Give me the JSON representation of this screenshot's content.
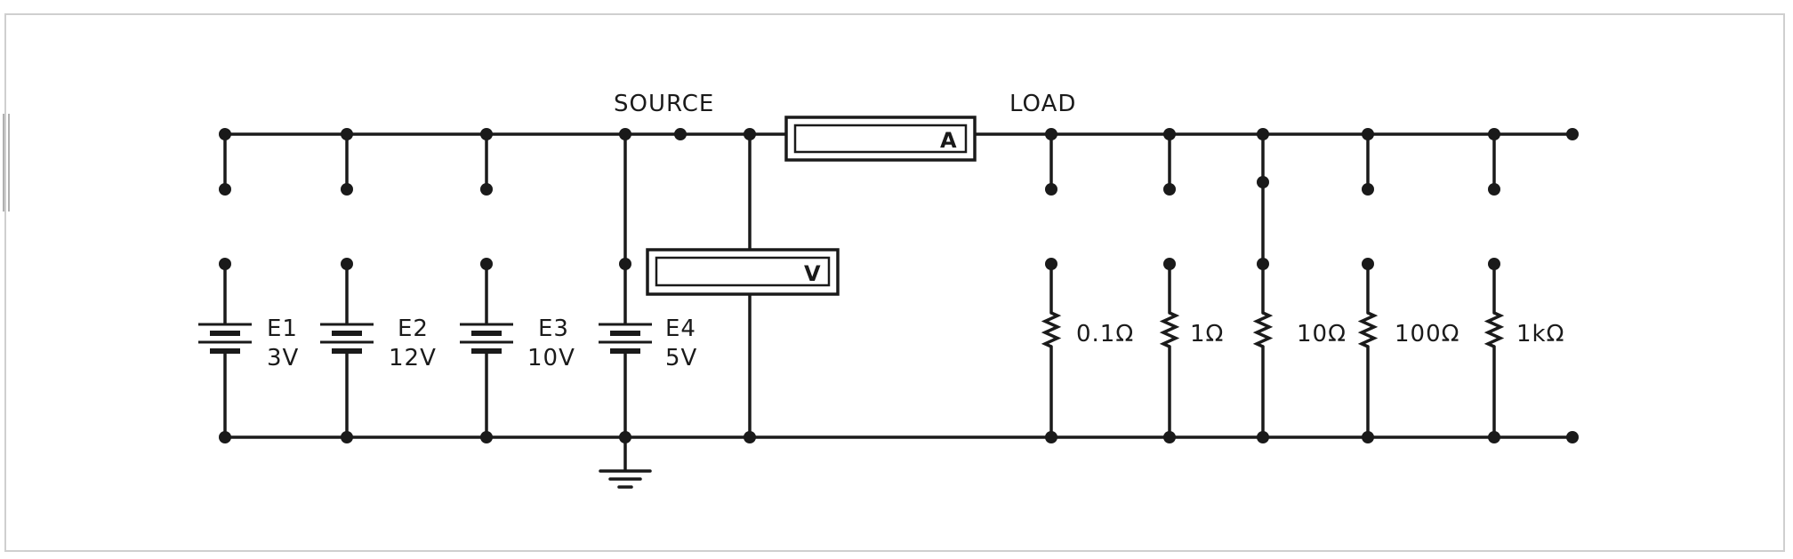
{
  "labels": {
    "source": "SOURCE",
    "load": "LOAD"
  },
  "meters": {
    "ammeter": "A",
    "voltmeter": "V"
  },
  "batteries": [
    {
      "name": "E1",
      "voltage": "3V"
    },
    {
      "name": "E2",
      "voltage": "12V"
    },
    {
      "name": "E3",
      "voltage": "10V"
    },
    {
      "name": "E4",
      "voltage": "5V"
    }
  ],
  "resistors": [
    {
      "value": "0.1Ω"
    },
    {
      "value": "1Ω"
    },
    {
      "value": "10Ω"
    },
    {
      "value": "100Ω"
    },
    {
      "value": "1kΩ"
    }
  ]
}
